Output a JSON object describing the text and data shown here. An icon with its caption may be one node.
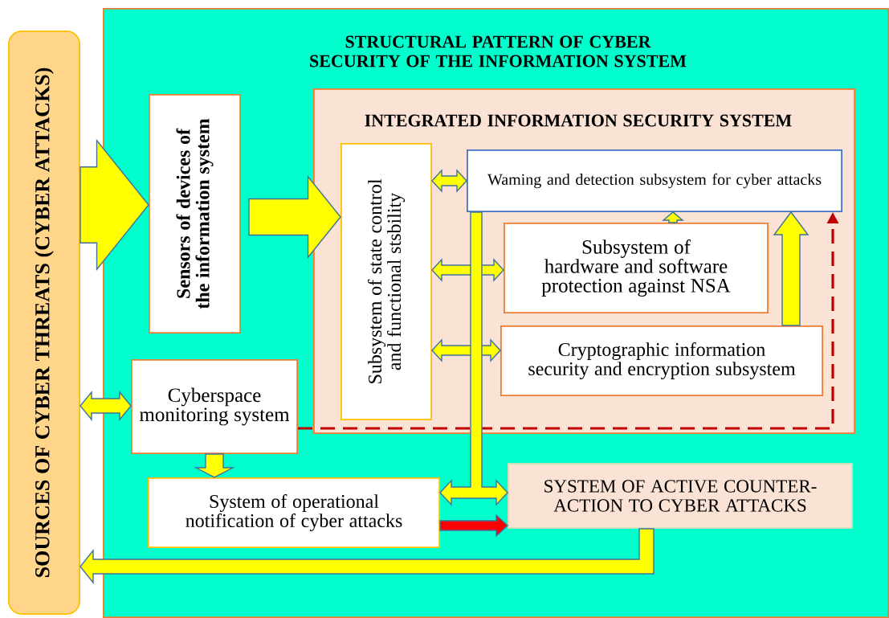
{
  "diagram": {
    "nodes": [
      {
        "text": [
          "STRUCTURAL PATTERN OF CYBER SECURITY OF THE INFORMATION SYSTEM"
        ]
      },
      {
        "text": [
          "SOURCES OF CYBER THREATS (CYBER ATTACKS)"
        ]
      },
      {
        "text": [
          "Sensors of devices of the information system"
        ],
        "in": 0
      },
      {
        "text": [
          "INTEGRATED INFORMATION SECURITY SYSTEM"
        ],
        "in": 0
      },
      {
        "text": [
          "Subsystem of state control and functional stsbility"
        ],
        "in": 3
      },
      {
        "text": [
          "Waming and detection subsystem for cyber attacks"
        ],
        "in": 3
      },
      {
        "text": [
          "Subsystem of hardware and software protection against NSA"
        ],
        "in": 3
      },
      {
        "text": [
          "Cryptographic information security and encryption subsystem"
        ],
        "in": 3
      },
      {
        "text": [
          "Cyberspace monitoring system"
        ],
        "in": 0
      },
      {
        "text": [
          "System of operational notification of cyber attacks"
        ],
        "in": 0
      },
      {
        "text": [
          "SYSTEM OF ACTIVE COUNTER-ACTION TO CYBER ATTACKS"
        ],
        "in": 0
      }
    ],
    "edges": [
      {
        "from": 1,
        "to": 2,
        "arrow": "to",
        "style": "thick"
      },
      {
        "from": 2,
        "to": 4,
        "arrow": "to",
        "style": "thick"
      },
      {
        "from": 4,
        "to": 5,
        "arrow": "both"
      },
      {
        "from": 4,
        "to": 6,
        "arrow": "both"
      },
      {
        "from": 4,
        "to": 7,
        "arrow": "both"
      },
      {
        "from": 6,
        "to": 5,
        "arrow": "to"
      },
      {
        "from": 7,
        "to": 5,
        "arrow": "to"
      },
      {
        "from": 1,
        "to": 8,
        "arrow": "both"
      },
      {
        "from": 8,
        "to": 9,
        "arrow": "to"
      },
      {
        "from": 8,
        "to": 5,
        "arrow": "to",
        "style": "dashed",
        "color": "#c00000"
      },
      {
        "from": 5,
        "to": 9,
        "arrow": "to"
      },
      {
        "from": 5,
        "to": 10,
        "arrow": "to"
      },
      {
        "from": 9,
        "to": 10,
        "arrow": "to",
        "color": "#ff0000"
      },
      {
        "from": 10,
        "to": 1,
        "arrow": "to"
      }
    ]
  }
}
